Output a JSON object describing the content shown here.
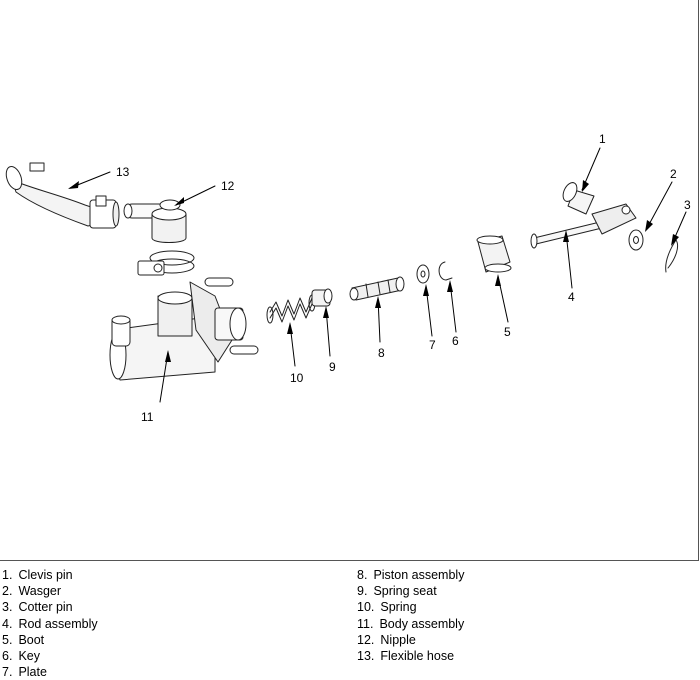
{
  "parts": [
    {
      "num": "1",
      "label": "1.",
      "name": "Clevis pin"
    },
    {
      "num": "2",
      "label": "2.",
      "name": "Wasger"
    },
    {
      "num": "3",
      "label": "3.",
      "name": "Cotter pin"
    },
    {
      "num": "4",
      "label": "4.",
      "name": "Rod assembly"
    },
    {
      "num": "5",
      "label": "5.",
      "name": "Boot"
    },
    {
      "num": "6",
      "label": "6.",
      "name": "Key"
    },
    {
      "num": "7",
      "label": "7.",
      "name": "Plate"
    },
    {
      "num": "8",
      "label": "8.",
      "name": "Piston assembly"
    },
    {
      "num": "9",
      "label": "9.",
      "name": "Spring seat"
    },
    {
      "num": "10",
      "label": "10.",
      "name": "Spring"
    },
    {
      "num": "11",
      "label": "11.",
      "name": "Body assembly"
    },
    {
      "num": "12",
      "label": "12.",
      "name": "Nipple"
    },
    {
      "num": "13",
      "label": "13.",
      "name": "Flexible hose"
    }
  ]
}
